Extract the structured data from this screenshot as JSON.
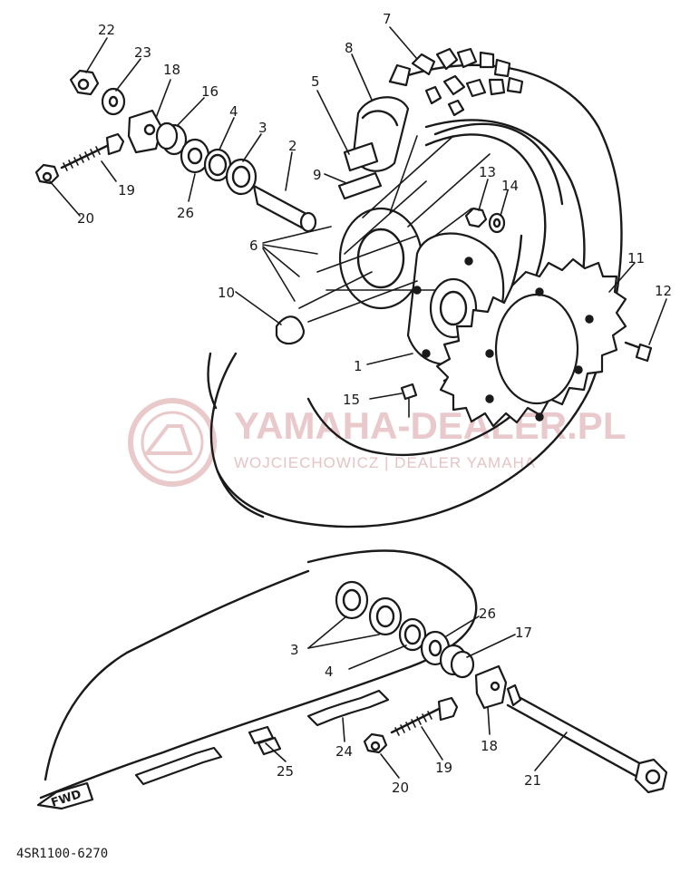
{
  "diagram": {
    "code": "4SR1100-6270",
    "watermark": {
      "brand": "YAMAHA-DEALER.PL",
      "subtitle": "WOJCIECHOWICZ | DEALER YAMAHA"
    },
    "direction_label": "FWD",
    "callouts": [
      {
        "id": "c1",
        "text": "1"
      },
      {
        "id": "c2",
        "text": "2"
      },
      {
        "id": "c3",
        "text": "3"
      },
      {
        "id": "c3b",
        "text": "3"
      },
      {
        "id": "c4",
        "text": "4"
      },
      {
        "id": "c4b",
        "text": "4"
      },
      {
        "id": "c5",
        "text": "5"
      },
      {
        "id": "c6",
        "text": "6"
      },
      {
        "id": "c7",
        "text": "7"
      },
      {
        "id": "c8",
        "text": "8"
      },
      {
        "id": "c9",
        "text": "9"
      },
      {
        "id": "c10",
        "text": "10"
      },
      {
        "id": "c11",
        "text": "11"
      },
      {
        "id": "c12",
        "text": "12"
      },
      {
        "id": "c13",
        "text": "13"
      },
      {
        "id": "c14",
        "text": "14"
      },
      {
        "id": "c15",
        "text": "15"
      },
      {
        "id": "c16",
        "text": "16"
      },
      {
        "id": "c17",
        "text": "17"
      },
      {
        "id": "c18",
        "text": "18"
      },
      {
        "id": "c18b",
        "text": "18"
      },
      {
        "id": "c19",
        "text": "19"
      },
      {
        "id": "c19b",
        "text": "19"
      },
      {
        "id": "c20",
        "text": "20"
      },
      {
        "id": "c20b",
        "text": "20"
      },
      {
        "id": "c21",
        "text": "21"
      },
      {
        "id": "c22",
        "text": "22"
      },
      {
        "id": "c23",
        "text": "23"
      },
      {
        "id": "c24",
        "text": "24"
      },
      {
        "id": "c25",
        "text": "25"
      },
      {
        "id": "c26",
        "text": "26"
      },
      {
        "id": "c26b",
        "text": "26"
      }
    ]
  }
}
